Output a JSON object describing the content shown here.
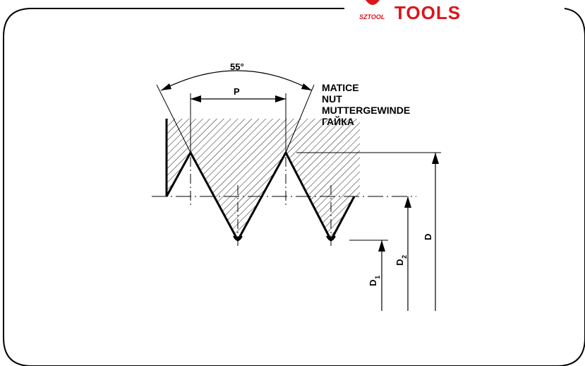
{
  "brand": {
    "logo_text": "SZTOOL",
    "word": "TOOLS",
    "color": "#d9161c"
  },
  "diagram": {
    "angle_label": "55°",
    "pitch_label": "P",
    "nut_labels": [
      "MATICE",
      "NUT",
      "MUTTERGEWINDE",
      "ГАЙКА"
    ],
    "dim_D": "D",
    "dim_D1": "D",
    "dim_D1_sub": "1",
    "dim_D2": "D",
    "dim_D2_sub": "2"
  },
  "colors": {
    "line": "#000000",
    "hatch": "#000000",
    "frame": "#000000",
    "background": "#ffffff"
  }
}
